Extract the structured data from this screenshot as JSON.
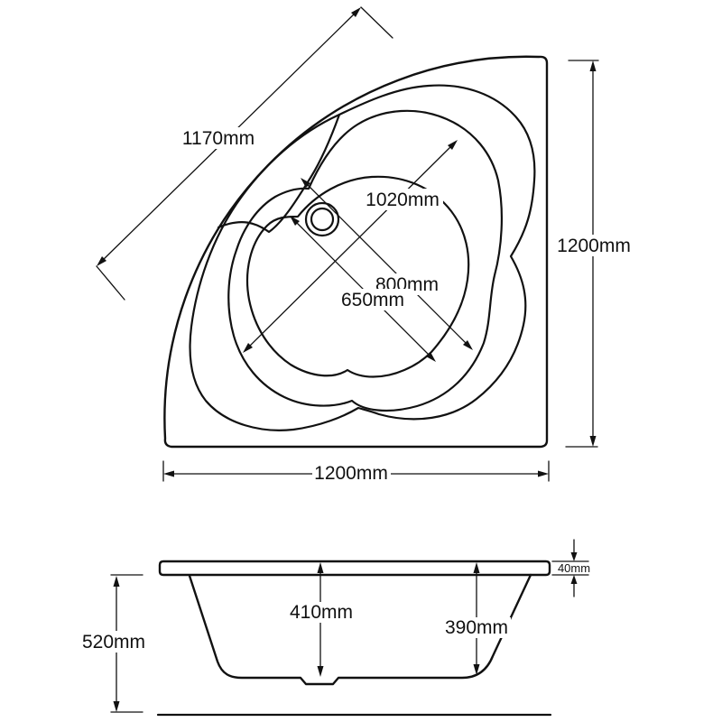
{
  "drawing": {
    "background": "#ffffff",
    "line_color": "#111111",
    "plan_view": {
      "label_front_edge": "1170mm",
      "label_bowl_long_diagonal": "1020mm",
      "label_bowl_short_diagonal": "800mm",
      "label_floor_diagonal": "650mm",
      "label_right_edge": "1200mm",
      "label_bottom_edge": "1200mm"
    },
    "side_view": {
      "label_overall_height": "520mm",
      "label_inner_depth_left": "410mm",
      "label_inner_depth_right": "390mm",
      "label_rim_thickness": "40mm"
    }
  }
}
